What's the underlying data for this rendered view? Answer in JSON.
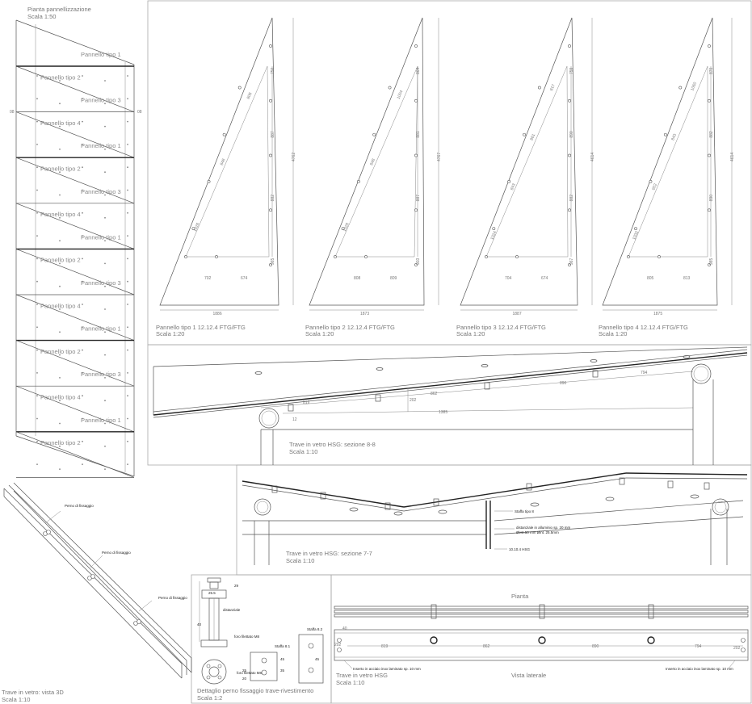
{
  "plan": {
    "title": "Pianta pannellizzazione",
    "scale": "Scala 1:50",
    "panel_labels": [
      "Pannello tipo 1",
      "Pannello tipo 2",
      "Pannello tipo 3",
      "Pannello tipo 4",
      "Pannello tipo 1",
      "Pannello tipo 2",
      "Pannello tipo 3",
      "Pannello tipo 4",
      "Pannello tipo 1",
      "Pannello tipo 2",
      "Pannello tipo 3",
      "Pannello tipo 4",
      "Pannello tipo 1",
      "Pannello tipo 2",
      "Pannello tipo 3",
      "Pannello tipo 4",
      "Pannello tipo 1",
      "Pannello tipo 2"
    ]
  },
  "panels": [
    {
      "caption": "Pannello tipo 1 12.12.4 FTG/FTG",
      "scale": "Scala 1:20",
      "base": "1886",
      "height": "4762",
      "diag": [
        "808",
        "848",
        "1026"
      ],
      "right": [
        "750",
        "887",
        "882",
        "965"
      ],
      "bottom": [
        "702",
        "674"
      ]
    },
    {
      "caption": "Pannello tipo 2 12.12.4 FTG/FTG",
      "scale": "Scala 1:20",
      "base": "1873",
      "height": "4767",
      "diag": [
        "1004",
        "848",
        "1026"
      ],
      "right": [
        "864",
        "881",
        "887",
        "903"
      ],
      "bottom": [
        "808",
        "809"
      ]
    },
    {
      "caption": "Pannello tipo 3 12.12.4 FTG/FTG",
      "scale": "Scala 1:20",
      "base": "1887",
      "height": "4614",
      "diag": [
        "817",
        "861",
        "843",
        "1024"
      ],
      "right": [
        "759",
        "890",
        "882",
        "967"
      ],
      "bottom": [
        "704",
        "674"
      ]
    },
    {
      "caption": "Pannello tipo 4 12.12.4 FTG/FTG",
      "scale": "Scala 1:20",
      "base": "1875",
      "height": "4614",
      "diag": [
        "1060",
        "843",
        "902",
        "1032"
      ],
      "right": [
        "870",
        "882",
        "890",
        "985"
      ],
      "bottom": [
        "805",
        "813"
      ]
    }
  ],
  "section88": {
    "caption": "Trave in vetro HSG: sezione 8-8",
    "scale": "Scala 1:10",
    "dims": [
      "819",
      "862",
      "890",
      "794",
      "1385",
      "202",
      "12"
    ]
  },
  "section77": {
    "caption": "Trave in vetro HSG: sezione 7-7",
    "scale": "Scala 1:10",
    "notes": [
      "Staffa tipo 8",
      "distanziale in alluminio sp. 20 mm",
      "Øest.50 mm Øint. 25.5mm",
      "10.10.4 HSG"
    ]
  },
  "view3d": {
    "title": "Trave in vetro: vista 3D",
    "scale": "Scala 1:10",
    "labels": [
      "Perno di fissaggio",
      "Perno di fissaggio",
      "Perno di fissaggio"
    ]
  },
  "detail": {
    "title": "Dettaglio perno fissaggio trave-rivestimento",
    "scale": "Scala 1:2",
    "labels": [
      "distanziale",
      "foro filettato M8",
      "Staffa 8.1",
      "foro filettato M8",
      "Staffa 8.2",
      "40",
      "45",
      "29",
      "35",
      "25",
      "20",
      "45",
      "25.5"
    ]
  },
  "beam": {
    "plan_label": "Pianta",
    "side_label": "Vista laterale",
    "title": "Trave in vetro HSG",
    "scale": "Scala 1:10",
    "dims": [
      "819",
      "862",
      "890",
      "794",
      "40",
      "202",
      "202"
    ],
    "notes": [
      "Inserto in acciaio inox laminato sp. 10 mm",
      "Inserto in acciaio inox laminato sp. 10 mm"
    ]
  }
}
